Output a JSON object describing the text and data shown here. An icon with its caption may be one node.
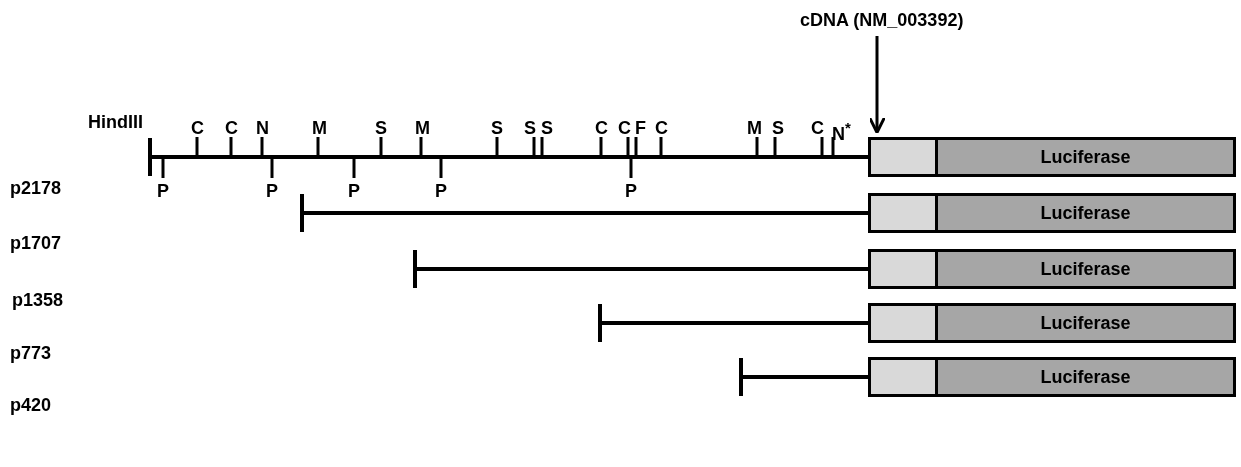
{
  "diagram": {
    "nodes": [
      {
        "text": [
          "cDNA (NM_003392)"
        ]
      },
      {
        "text": [],
        "shape": "box"
      },
      {
        "text": [
          "Luciferase"
        ]
      },
      {
        "text": [],
        "shape": "box"
      },
      {
        "text": [
          "Luciferase"
        ]
      },
      {
        "text": [],
        "shape": "box"
      },
      {
        "text": [
          "Luciferase"
        ]
      },
      {
        "text": [],
        "shape": "box"
      },
      {
        "text": [
          "Luciferase"
        ]
      },
      {
        "text": [],
        "shape": "box"
      },
      {
        "text": [
          "Luciferase"
        ]
      }
    ],
    "edges": [
      {
        "from": 0,
        "to": 1,
        "arrow": "to"
      }
    ],
    "labels": [
      "HindIII",
      "C",
      "C",
      "N",
      "M",
      "S",
      "M",
      "S",
      "S",
      "S",
      "C",
      "C",
      "F",
      "C",
      "M",
      "S",
      "C",
      "N$^{*}$",
      "p2178",
      "P",
      "P",
      "P",
      "P",
      "P",
      "p1707",
      "p1358",
      "p773",
      "p420"
    ]
  }
}
